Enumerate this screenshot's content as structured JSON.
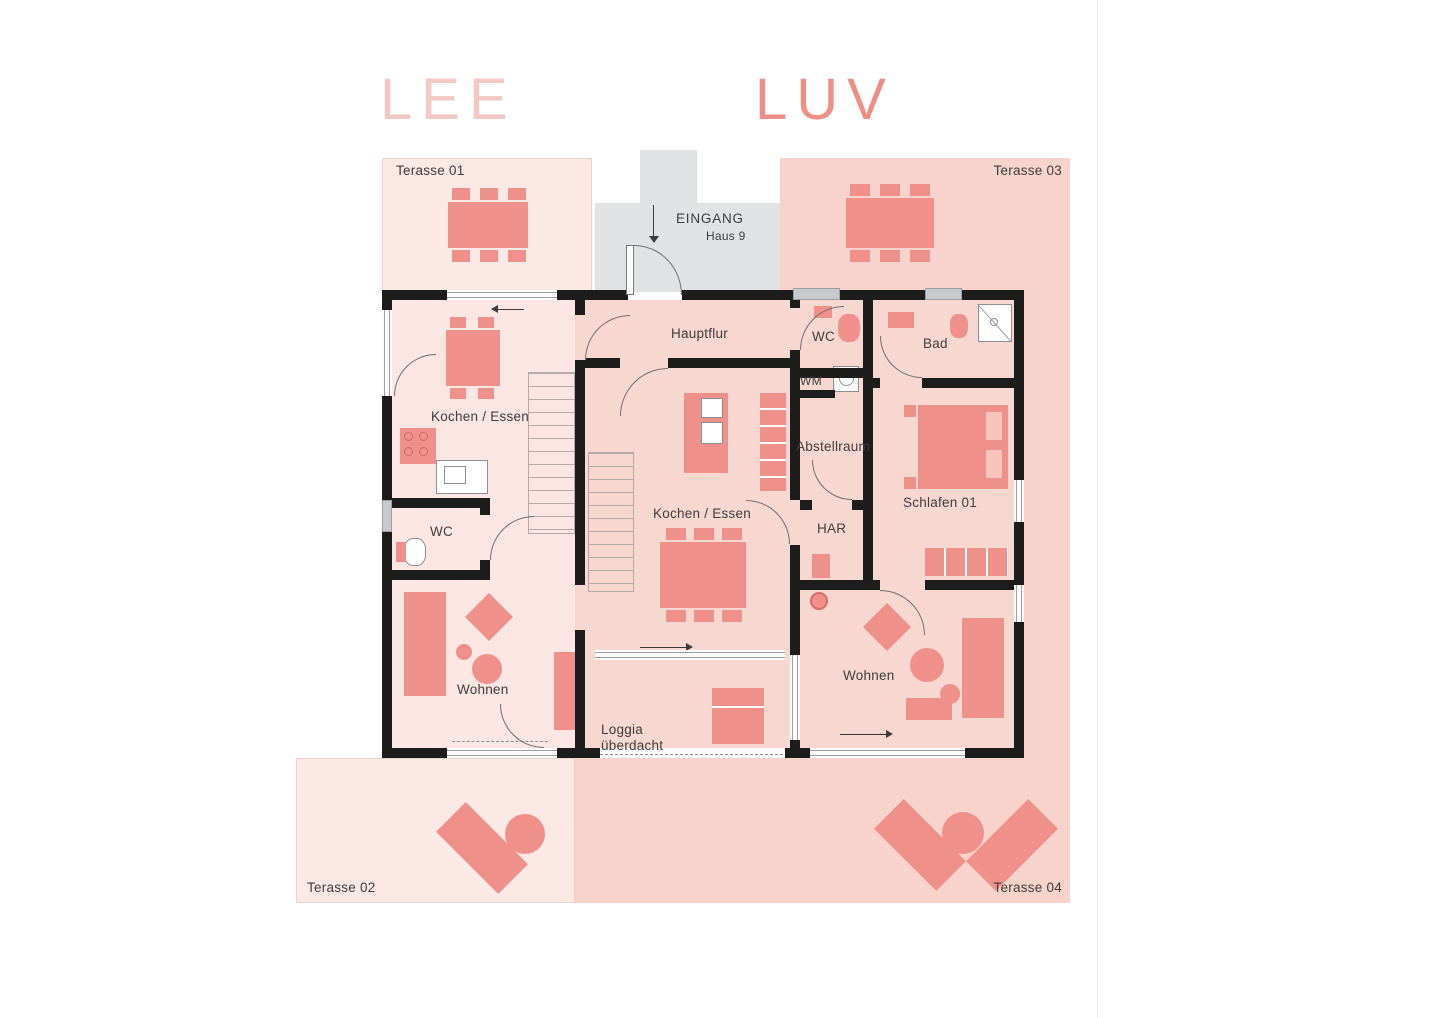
{
  "titles": {
    "left": "LEE",
    "right": "LUV"
  },
  "entrance": {
    "label": "EINGANG",
    "sublabel": "Haus 9"
  },
  "terraces": {
    "t01": {
      "label": "Terasse 01"
    },
    "t02": {
      "label": "Terasse 02"
    },
    "t03": {
      "label": "Terasse 03"
    },
    "t04": {
      "label": "Terasse 04"
    }
  },
  "rooms": {
    "hauptflur": "Hauptflur",
    "wc_right": "WC",
    "bad": "Bad",
    "wm": "WM",
    "abstellraum": "Abstellraum",
    "har": "HAR",
    "schlafen01": "Schlafen 01",
    "kochen_essen_left": "Kochen / Essen",
    "kochen_essen_center": "Kochen / Essen",
    "wc_left": "WC",
    "wohnen_left": "Wohnen",
    "wohnen_right": "Wohnen",
    "loggia_line1": "Loggia",
    "loggia_line2": "überdacht"
  },
  "colors": {
    "terrace_light": "#fce9e6",
    "terrace_dark": "#f8d3cc",
    "unit_light": "#fbe6e3",
    "unit_dark": "#f8d7d1",
    "furniture": "#f0908a",
    "furniture_light": "#f9c4be",
    "entry_gray": "#e0e2e4",
    "window_gray": "#c6cacd",
    "wall": "#1c1c1a",
    "text": "#3d3d3c",
    "title_left": "#f3c7c3",
    "title_right": "#ee8e85"
  }
}
